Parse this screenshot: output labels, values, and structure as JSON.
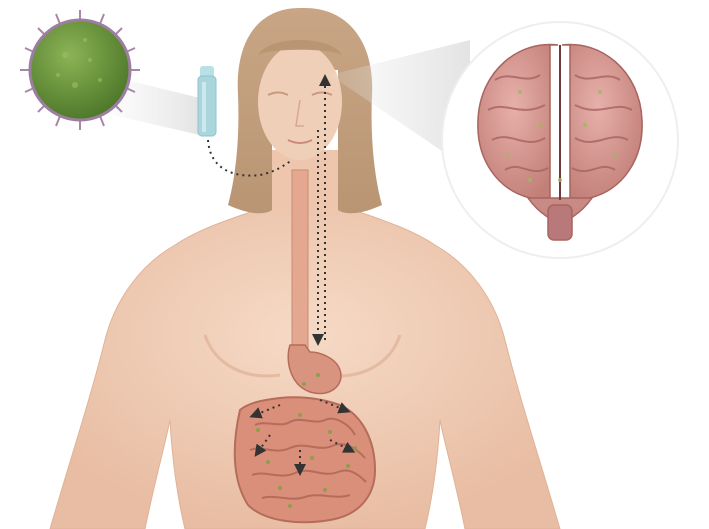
{
  "figure": {
    "subject": "female-torso-with-brain-gut-axis",
    "colors": {
      "skin": "#f1cdb5",
      "skin_shadow": "#e2b49a",
      "hair": "#c9a98a",
      "brain": "#d99a94",
      "brain_dark": "#b8736d",
      "intestine": "#d98f7a",
      "intestine_dark": "#b56c5a",
      "virus_core": "#6f9a3c",
      "virus_spikes": "#a887a8",
      "spray": "#a9d6dd",
      "arrows": "#333333"
    },
    "elements": [
      {
        "name": "virus-particle",
        "label": ""
      },
      {
        "name": "nasal-spray",
        "label": ""
      },
      {
        "name": "brain-inset",
        "label": ""
      },
      {
        "name": "esophagus",
        "label": ""
      },
      {
        "name": "stomach",
        "label": ""
      },
      {
        "name": "intestines",
        "label": ""
      },
      {
        "name": "transport-arrows",
        "label": ""
      }
    ]
  }
}
